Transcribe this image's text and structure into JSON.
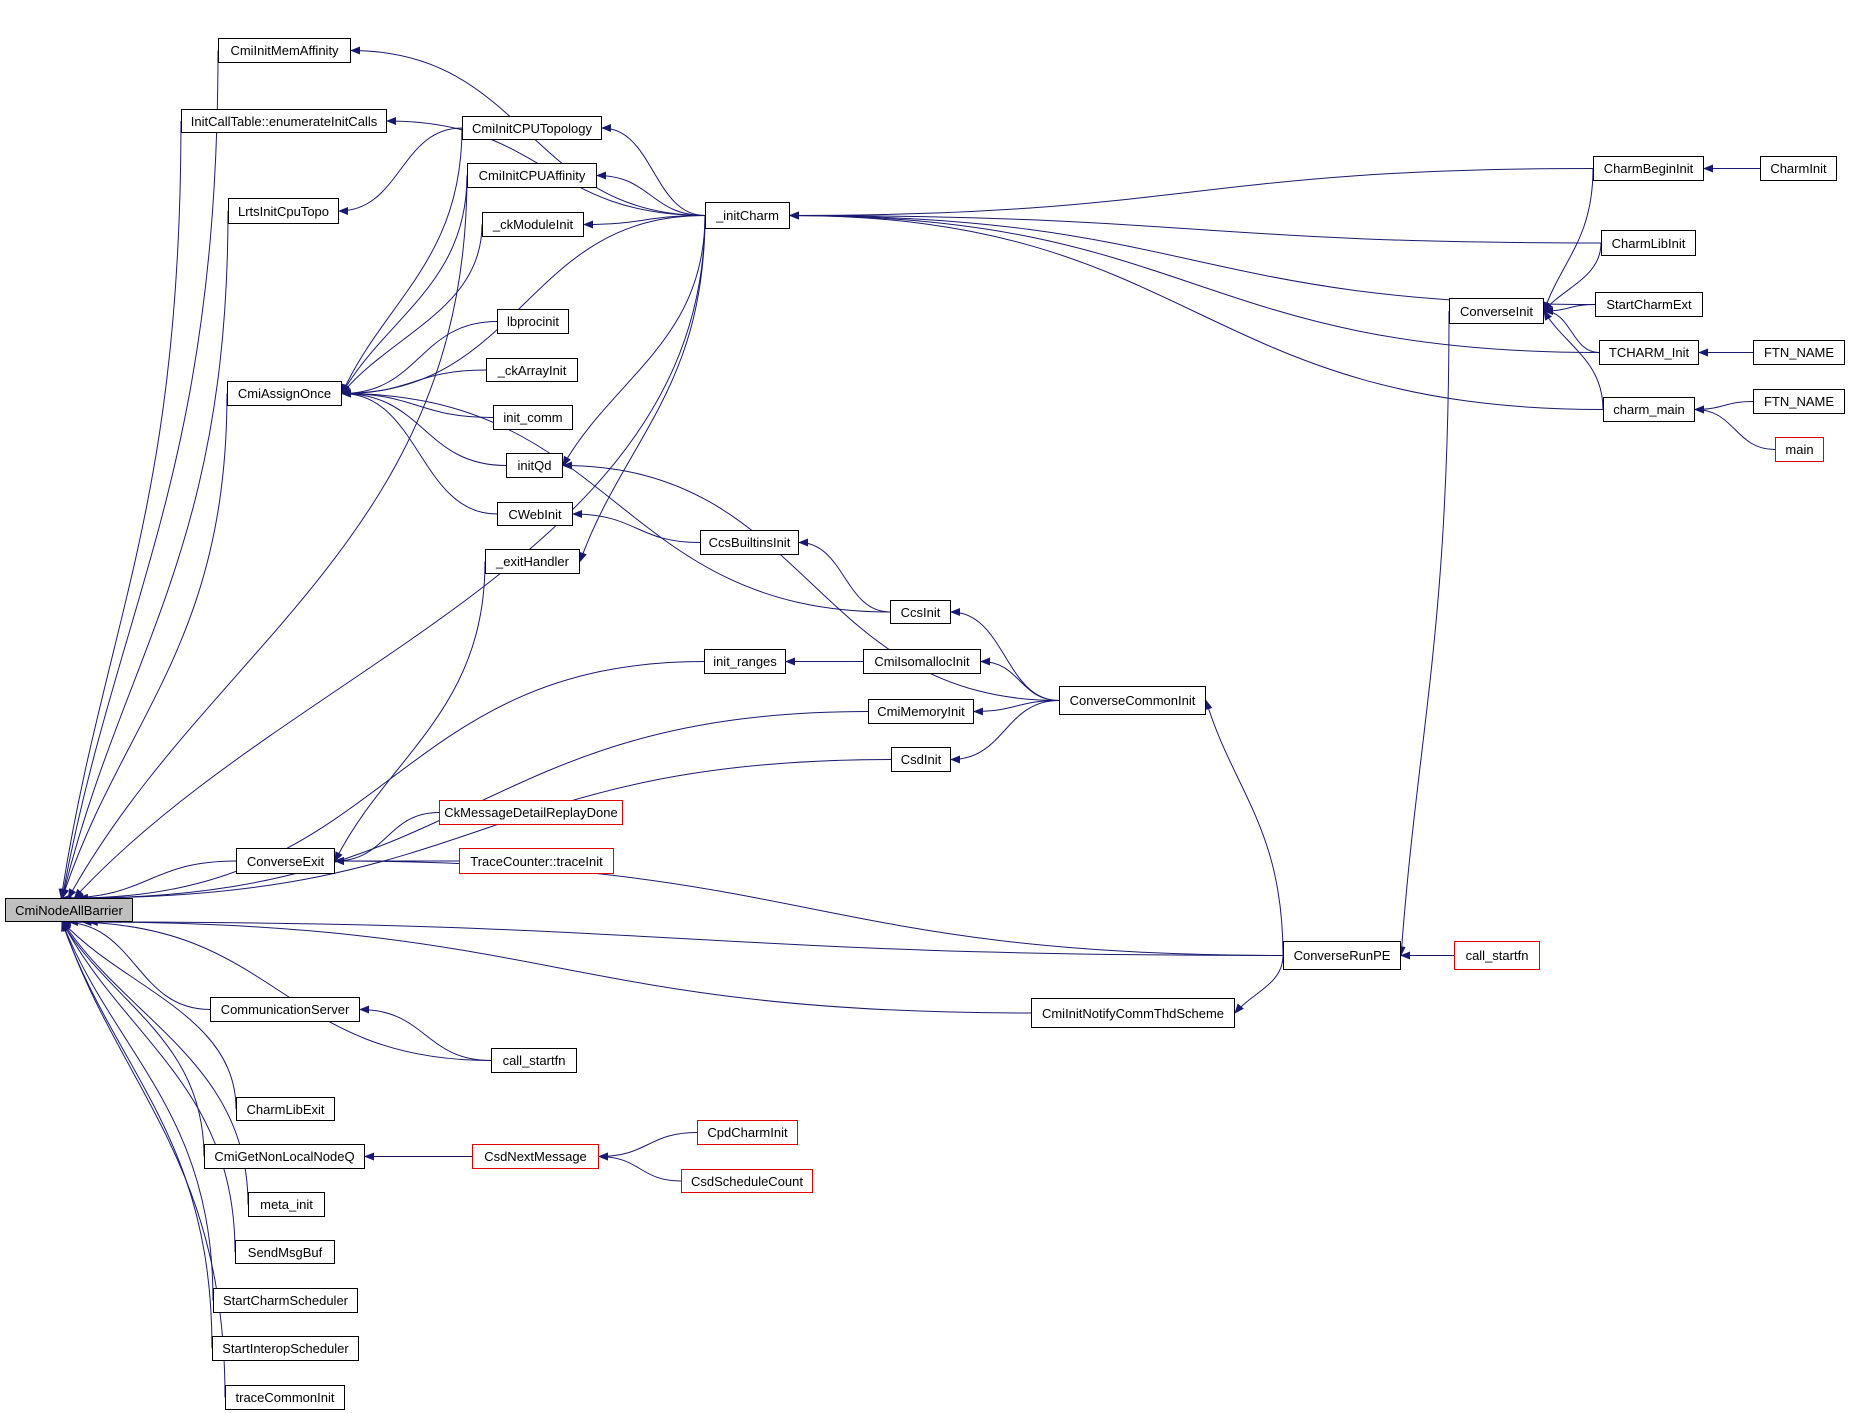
{
  "diagram": {
    "type": "caller-graph",
    "root": "CmiNodeAllBarrier",
    "colors": {
      "edge": "#191970",
      "node_border": "#000000",
      "truncated_border": "#e00000",
      "root_fill": "#bfbfbf"
    },
    "nodes": [
      {
        "id": "n_root",
        "label": "CmiNodeAllBarrier",
        "style": "root"
      },
      {
        "id": "n_memaff",
        "label": "CmiInitMemAffinity",
        "style": "normal"
      },
      {
        "id": "n_enum",
        "label": "InitCallTable::enumerateInitCalls",
        "style": "normal"
      },
      {
        "id": "n_cputopo",
        "label": "CmiInitCPUTopology",
        "style": "normal"
      },
      {
        "id": "n_cpuaff",
        "label": "CmiInitCPUAffinity",
        "style": "normal"
      },
      {
        "id": "n_lrts",
        "label": "LrtsInitCpuTopo",
        "style": "normal"
      },
      {
        "id": "n_ckmod",
        "label": "_ckModuleInit",
        "style": "normal"
      },
      {
        "id": "n_initcharm",
        "label": "_initCharm",
        "style": "normal"
      },
      {
        "id": "n_lbproc",
        "label": "lbprocinit",
        "style": "normal"
      },
      {
        "id": "n_ckarr",
        "label": "_ckArrayInit",
        "style": "normal"
      },
      {
        "id": "n_assign",
        "label": "CmiAssignOnce",
        "style": "normal"
      },
      {
        "id": "n_initcomm",
        "label": "init_comm",
        "style": "normal"
      },
      {
        "id": "n_initqd",
        "label": "initQd",
        "style": "normal"
      },
      {
        "id": "n_cweb",
        "label": "CWebInit",
        "style": "normal"
      },
      {
        "id": "n_ccsbi",
        "label": "CcsBuiltinsInit",
        "style": "normal"
      },
      {
        "id": "n_exith",
        "label": "_exitHandler",
        "style": "normal"
      },
      {
        "id": "n_ccsinit",
        "label": "CcsInit",
        "style": "normal"
      },
      {
        "id": "n_initranges",
        "label": "init_ranges",
        "style": "normal"
      },
      {
        "id": "n_isomalloc",
        "label": "CmiIsomallocInit",
        "style": "normal"
      },
      {
        "id": "n_convcommon",
        "label": "ConverseCommonInit",
        "style": "normal"
      },
      {
        "id": "n_meminit",
        "label": "CmiMemoryInit",
        "style": "normal"
      },
      {
        "id": "n_csdinit",
        "label": "CsdInit",
        "style": "normal"
      },
      {
        "id": "n_ckmsg",
        "label": "CkMessageDetailReplayDone",
        "style": "truncated"
      },
      {
        "id": "n_convexit",
        "label": "ConverseExit",
        "style": "normal"
      },
      {
        "id": "n_tracecounter",
        "label": "TraceCounter::traceInit",
        "style": "truncated"
      },
      {
        "id": "n_convrunpe",
        "label": "ConverseRunPE",
        "style": "normal"
      },
      {
        "id": "n_callstart_r",
        "label": "call_startfn",
        "style": "truncated"
      },
      {
        "id": "n_notify",
        "label": "CmiInitNotifyCommThdScheme",
        "style": "normal"
      },
      {
        "id": "n_commserver",
        "label": "CommunicationServer",
        "style": "normal"
      },
      {
        "id": "n_callstart",
        "label": "call_startfn",
        "style": "normal"
      },
      {
        "id": "n_charmlibexit",
        "label": "CharmLibExit",
        "style": "normal"
      },
      {
        "id": "n_nonlocal",
        "label": "CmiGetNonLocalNodeQ",
        "style": "normal"
      },
      {
        "id": "n_csdnext",
        "label": "CsdNextMessage",
        "style": "truncated"
      },
      {
        "id": "n_cpdcharm",
        "label": "CpdCharmInit",
        "style": "truncated"
      },
      {
        "id": "n_csdsched",
        "label": "CsdScheduleCount",
        "style": "truncated"
      },
      {
        "id": "n_metainit",
        "label": "meta_init",
        "style": "normal"
      },
      {
        "id": "n_sendmsg",
        "label": "SendMsgBuf",
        "style": "normal"
      },
      {
        "id": "n_startcharm",
        "label": "StartCharmScheduler",
        "style": "normal"
      },
      {
        "id": "n_startinterop",
        "label": "StartInteropScheduler",
        "style": "normal"
      },
      {
        "id": "n_tracecommon",
        "label": "traceCommonInit",
        "style": "normal"
      },
      {
        "id": "n_charmbegin",
        "label": "CharmBeginInit",
        "style": "normal"
      },
      {
        "id": "n_charminit",
        "label": "CharmInit",
        "style": "normal"
      },
      {
        "id": "n_charmlibinit",
        "label": "CharmLibInit",
        "style": "normal"
      },
      {
        "id": "n_convinit",
        "label": "ConverseInit",
        "style": "normal"
      },
      {
        "id": "n_startcharmext",
        "label": "StartCharmExt",
        "style": "normal"
      },
      {
        "id": "n_tcharm",
        "label": "TCHARM_Init",
        "style": "normal"
      },
      {
        "id": "n_ftn1",
        "label": "FTN_NAME",
        "style": "normal"
      },
      {
        "id": "n_charmmain",
        "label": "charm_main",
        "style": "normal"
      },
      {
        "id": "n_ftn2",
        "label": "FTN_NAME",
        "style": "normal"
      },
      {
        "id": "n_main",
        "label": "main",
        "style": "truncated"
      }
    ],
    "edges": [
      [
        "n_memaff",
        "n_root"
      ],
      [
        "n_enum",
        "n_root"
      ],
      [
        "n_lrts",
        "n_root"
      ],
      [
        "n_assign",
        "n_root"
      ],
      [
        "n_initcharm",
        "n_root"
      ],
      [
        "n_cpuaff",
        "n_root"
      ],
      [
        "n_initranges",
        "n_root"
      ],
      [
        "n_meminit",
        "n_root"
      ],
      [
        "n_csdinit",
        "n_root"
      ],
      [
        "n_convexit",
        "n_root"
      ],
      [
        "n_convrunpe",
        "n_root"
      ],
      [
        "n_notify",
        "n_root"
      ],
      [
        "n_commserver",
        "n_root"
      ],
      [
        "n_callstart",
        "n_root"
      ],
      [
        "n_charmlibexit",
        "n_root"
      ],
      [
        "n_nonlocal",
        "n_root"
      ],
      [
        "n_metainit",
        "n_root"
      ],
      [
        "n_sendmsg",
        "n_root"
      ],
      [
        "n_startcharm",
        "n_root"
      ],
      [
        "n_startinterop",
        "n_root"
      ],
      [
        "n_tracecommon",
        "n_root"
      ],
      [
        "n_initcharm",
        "n_memaff"
      ],
      [
        "n_initcharm",
        "n_enum"
      ],
      [
        "n_cputopo",
        "n_lrts"
      ],
      [
        "n_initcharm",
        "n_cputopo"
      ],
      [
        "n_initcharm",
        "n_cpuaff"
      ],
      [
        "n_initcharm",
        "n_ckmod"
      ],
      [
        "n_cputopo",
        "n_assign"
      ],
      [
        "n_cpuaff",
        "n_assign"
      ],
      [
        "n_ckmod",
        "n_assign"
      ],
      [
        "n_initcharm",
        "n_assign"
      ],
      [
        "n_lbproc",
        "n_assign"
      ],
      [
        "n_ckarr",
        "n_assign"
      ],
      [
        "n_initcomm",
        "n_assign"
      ],
      [
        "n_initqd",
        "n_assign"
      ],
      [
        "n_cweb",
        "n_assign"
      ],
      [
        "n_ccsinit",
        "n_assign"
      ],
      [
        "n_initcharm",
        "n_initqd"
      ],
      [
        "n_convcommon",
        "n_initqd"
      ],
      [
        "n_initcharm",
        "n_exith"
      ],
      [
        "n_ccsbi",
        "n_cweb"
      ],
      [
        "n_ccsinit",
        "n_ccsbi"
      ],
      [
        "n_convcommon",
        "n_ccsinit"
      ],
      [
        "n_isomalloc",
        "n_initranges"
      ],
      [
        "n_convcommon",
        "n_isomalloc"
      ],
      [
        "n_convcommon",
        "n_meminit"
      ],
      [
        "n_convcommon",
        "n_csdinit"
      ],
      [
        "n_convrunpe",
        "n_convcommon"
      ],
      [
        "n_exith",
        "n_convexit"
      ],
      [
        "n_ckmsg",
        "n_convexit"
      ],
      [
        "n_tracecounter",
        "n_convexit"
      ],
      [
        "n_convrunpe",
        "n_convexit"
      ],
      [
        "n_callstart_r",
        "n_convrunpe"
      ],
      [
        "n_convinit",
        "n_convrunpe"
      ],
      [
        "n_convrunpe",
        "n_notify"
      ],
      [
        "n_callstart",
        "n_commserver"
      ],
      [
        "n_csdnext",
        "n_nonlocal"
      ],
      [
        "n_cpdcharm",
        "n_csdnext"
      ],
      [
        "n_csdsched",
        "n_csdnext"
      ],
      [
        "n_charmbegin",
        "n_initcharm"
      ],
      [
        "n_charmlibinit",
        "n_initcharm"
      ],
      [
        "n_startcharmext",
        "n_initcharm"
      ],
      [
        "n_tcharm",
        "n_initcharm"
      ],
      [
        "n_charmmain",
        "n_initcharm"
      ],
      [
        "n_charminit",
        "n_charmbegin"
      ],
      [
        "n_charmbegin",
        "n_convinit"
      ],
      [
        "n_charmlibinit",
        "n_convinit"
      ],
      [
        "n_startcharmext",
        "n_convinit"
      ],
      [
        "n_tcharm",
        "n_convinit"
      ],
      [
        "n_charmmain",
        "n_convinit"
      ],
      [
        "n_ftn1",
        "n_tcharm"
      ],
      [
        "n_ftn2",
        "n_charmmain"
      ],
      [
        "n_main",
        "n_charmmain"
      ]
    ]
  }
}
